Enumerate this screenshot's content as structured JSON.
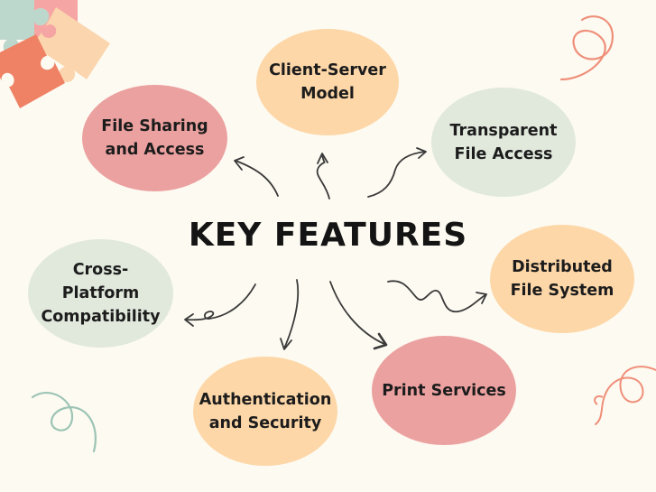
{
  "title": "KEY FEATURES",
  "features": [
    {
      "label": "Client-Server\nModel",
      "color": "#fdd7a8"
    },
    {
      "label": "File Sharing\nand Access",
      "color": "#eba1a0"
    },
    {
      "label": "Transparent\nFile Access",
      "color": "#e1e9dd"
    },
    {
      "label": "Cross-Platform\nCompatibility",
      "color": "#e1e9dd"
    },
    {
      "label": "Distributed\nFile System",
      "color": "#fdd7a8"
    },
    {
      "label": "Authentication\nand Security",
      "color": "#fdd7a8"
    },
    {
      "label": "Print Services",
      "color": "#eba1a0"
    }
  ],
  "decorations": {
    "puzzle_colors": [
      "#bcd7cc",
      "#f5a5a3",
      "#fbd5ad",
      "#ef8165"
    ],
    "swirl_colors": [
      "#ef8f79",
      "#9cc4b4"
    ]
  }
}
